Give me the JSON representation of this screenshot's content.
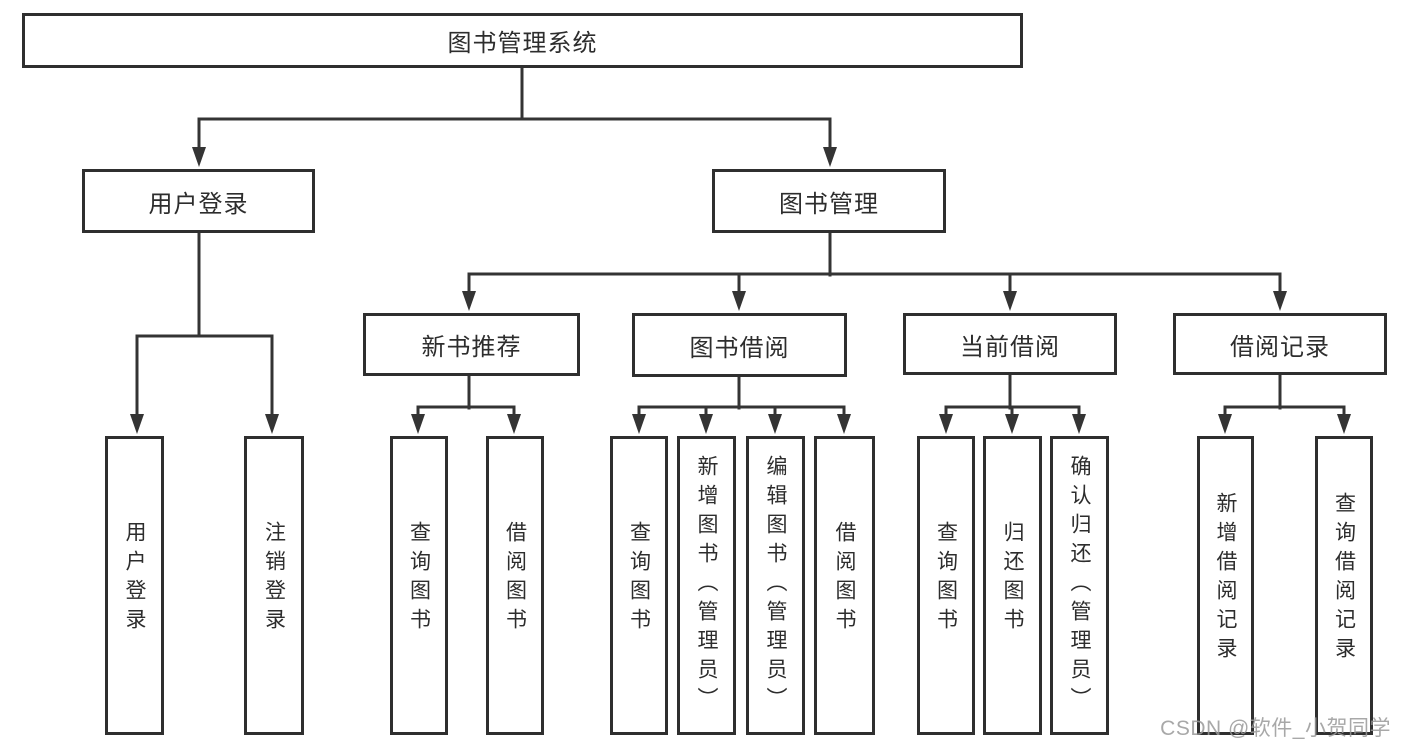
{
  "diagram": {
    "title": "图书管理系统",
    "level2": [
      {
        "label": "用户登录"
      },
      {
        "label": "图书管理"
      }
    ],
    "level3": [
      {
        "label": "新书推荐"
      },
      {
        "label": "图书借阅"
      },
      {
        "label": "当前借阅"
      },
      {
        "label": "借阅记录"
      }
    ],
    "leaves": [
      {
        "label": "用户登录"
      },
      {
        "label": "注销登录"
      },
      {
        "label": "查询图书"
      },
      {
        "label": "借阅图书"
      },
      {
        "label": "查询图书"
      },
      {
        "label": "新增图书（管理员）"
      },
      {
        "label": "编辑图书（管理员）"
      },
      {
        "label": "借阅图书"
      },
      {
        "label": "查询图书"
      },
      {
        "label": "归还图书"
      },
      {
        "label": "确认归还（管理员）"
      },
      {
        "label": "新增借阅记录"
      },
      {
        "label": "查询借阅记录"
      }
    ]
  },
  "watermark": {
    "text": "CSDN @软件_小贺同学"
  },
  "colors": {
    "line": "#343434",
    "box_border": "#2f2f2f",
    "text": "#2d2d2d",
    "watermark": "#999999",
    "background": "#ffffff"
  }
}
